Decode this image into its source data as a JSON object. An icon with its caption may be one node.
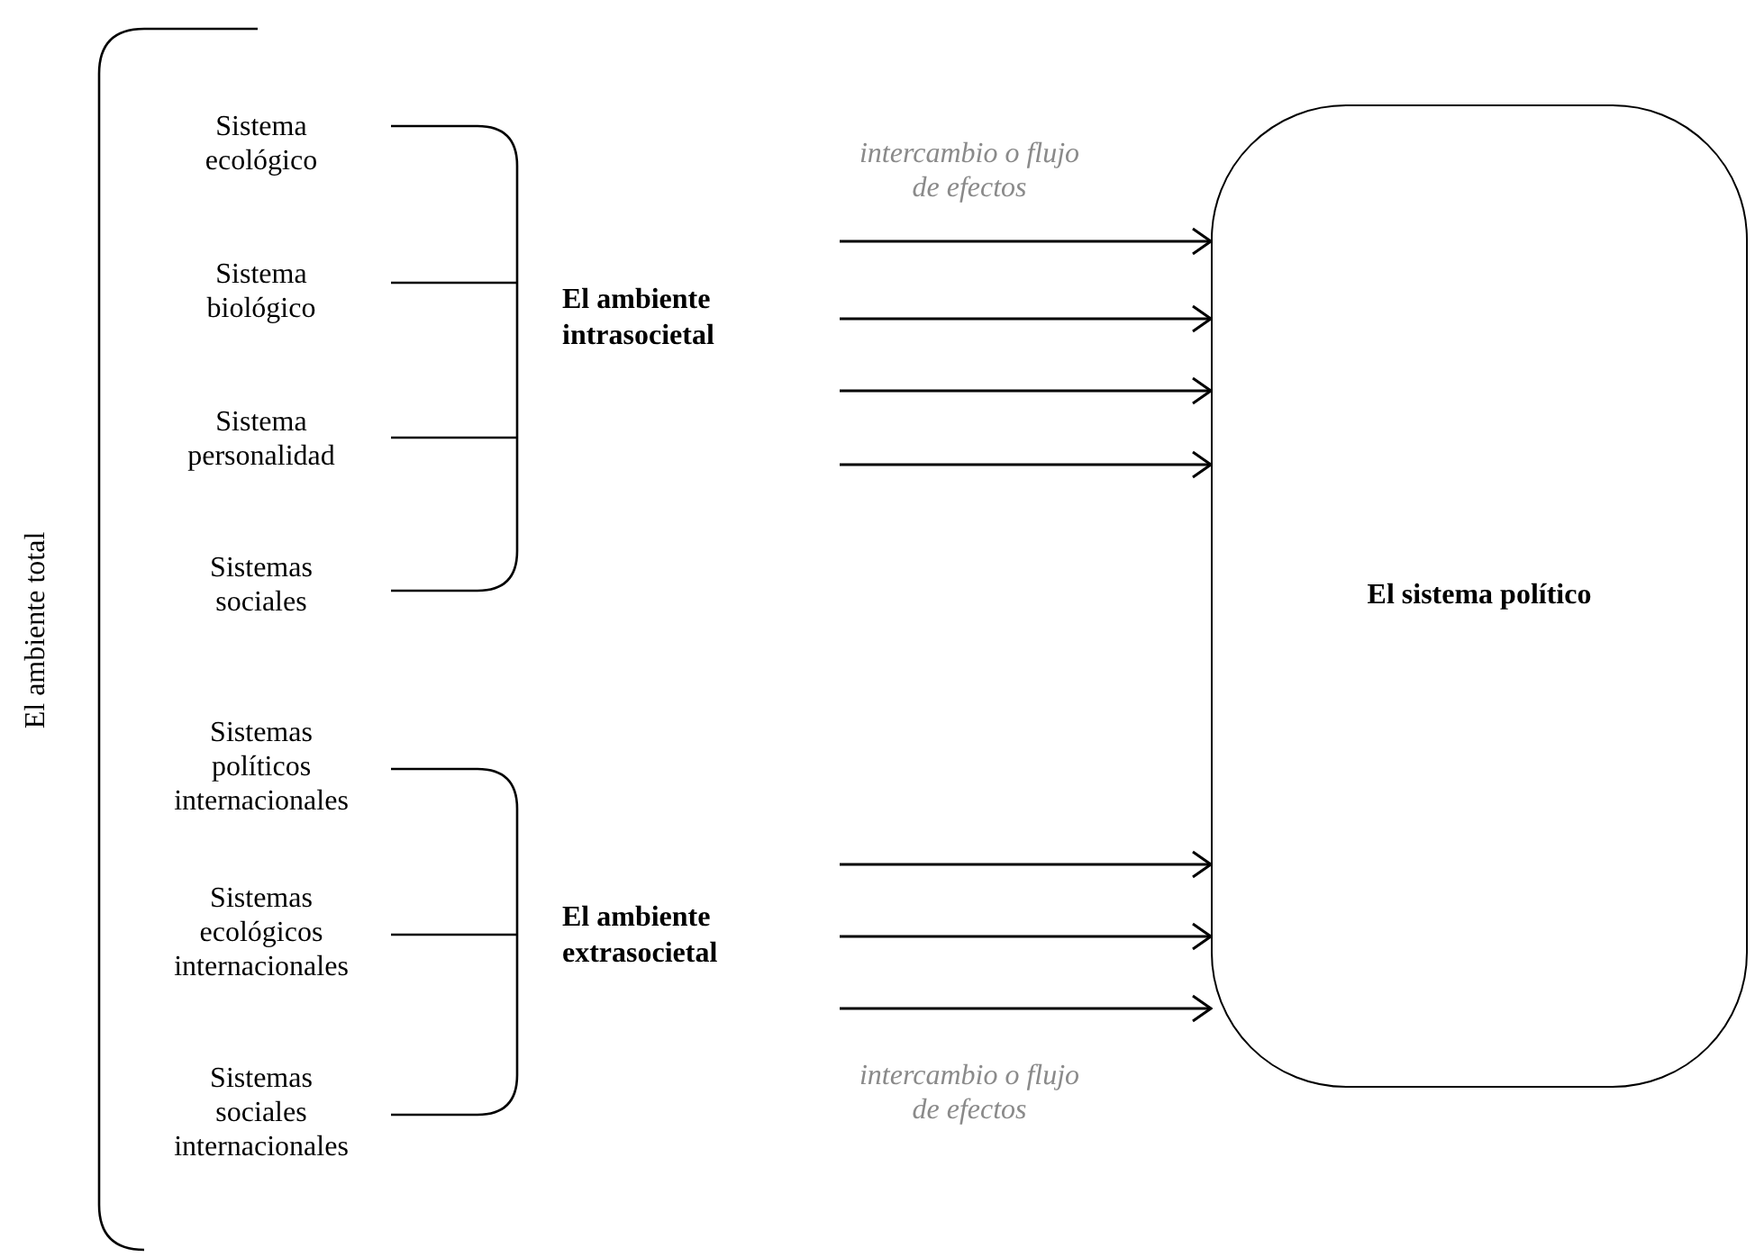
{
  "diagram": {
    "nodes": [
      {
        "text": [
          "El ambiente intrasocietal"
        ]
      },
      {
        "text": [
          "El ambiente extrasocietal"
        ]
      },
      {
        "text": [
          "El sistema político"
        ]
      }
    ],
    "edges": [
      {
        "from": null,
        "to": 2,
        "arrow": "to"
      },
      {
        "from": null,
        "to": 2,
        "arrow": "to"
      },
      {
        "from": null,
        "to": 2,
        "arrow": "to"
      },
      {
        "from": null,
        "to": 2,
        "arrow": "to"
      },
      {
        "from": null,
        "to": 2,
        "arrow": "to"
      },
      {
        "from": null,
        "to": 2,
        "arrow": "to"
      },
      {
        "from": null,
        "to": 2,
        "arrow": "to"
      }
    ],
    "labels": [
      "El ambiente total",
      "Sistema ecológico",
      "Sistema biológico",
      "Sistema personalidad",
      "Sistemas sociales",
      "intercambio o flujo de efectos",
      "Sistemas políticos internacionales",
      "Sistemas ecológicos internacionales",
      "Sistemas sociales internacionales",
      "intercambio o flujo de efectos"
    ]
  }
}
